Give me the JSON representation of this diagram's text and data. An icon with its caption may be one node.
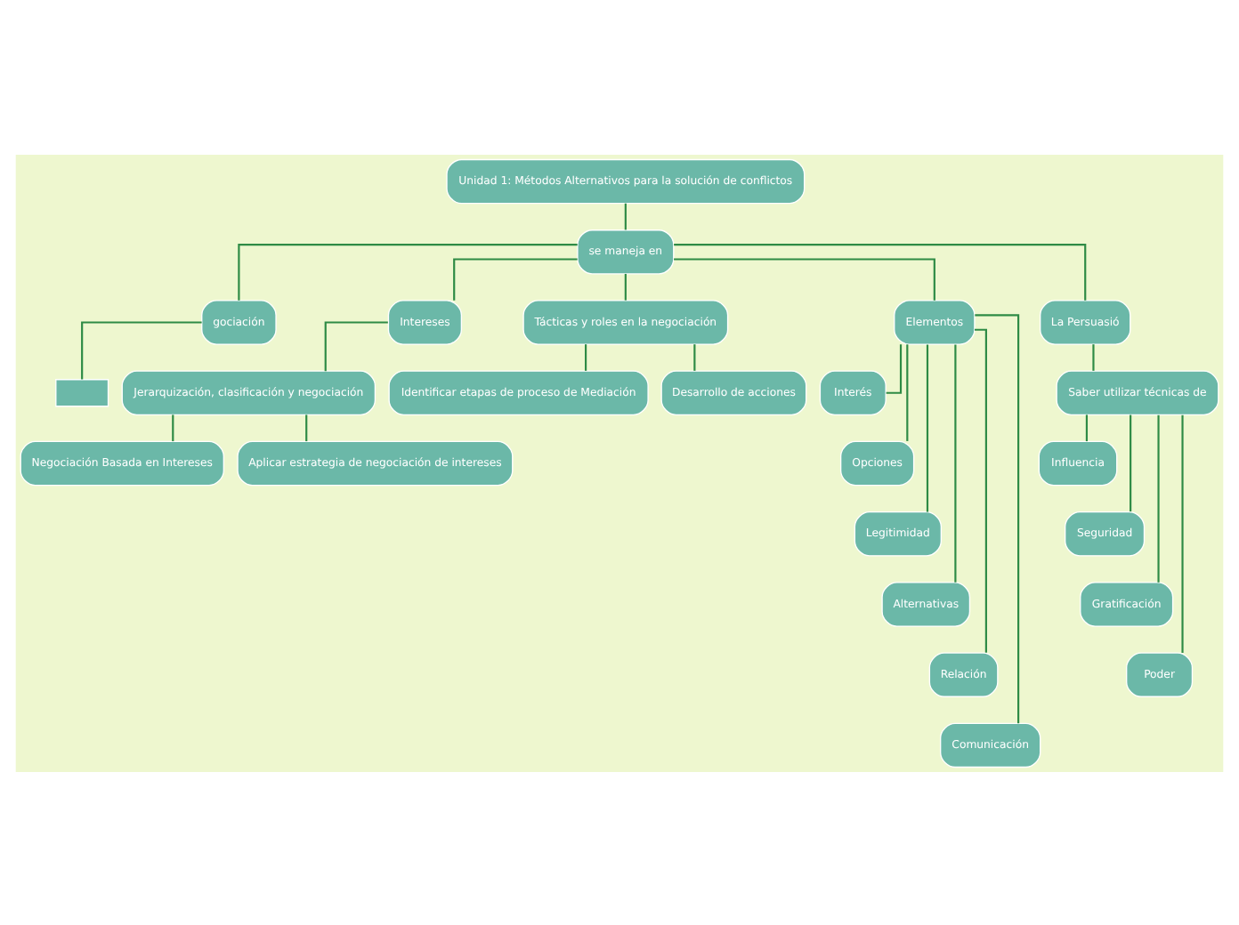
{
  "diagram": {
    "nodes": [
      {
        "text": [
          "Unidad 1: Métodos Alternativos para la solución de conflictos"
        ]
      },
      {
        "text": [
          "se maneja en"
        ]
      },
      {
        "text": [
          "gociación"
        ]
      },
      {
        "text": [],
        "shape": "box"
      },
      {
        "text": [
          "Intereses"
        ]
      },
      {
        "text": [
          "Jerarquización, clasificación y negociación"
        ]
      },
      {
        "text": [
          "Negociación Basada en Intereses"
        ]
      },
      {
        "text": [
          "Aplicar estrategia de negociación de intereses"
        ]
      },
      {
        "text": [
          "Tácticas y roles en la negociación"
        ]
      },
      {
        "text": [
          "Identificar etapas de proceso de Mediación"
        ]
      },
      {
        "text": [
          "Desarrollo de acciones"
        ]
      },
      {
        "text": [
          "Elementos"
        ]
      },
      {
        "text": [
          "Interés"
        ]
      },
      {
        "text": [
          "Opciones"
        ]
      },
      {
        "text": [
          "Legitimidad"
        ]
      },
      {
        "text": [
          "Alternativas"
        ]
      },
      {
        "text": [
          "Relación"
        ]
      },
      {
        "text": [
          "Comunicación"
        ]
      },
      {
        "text": [
          "La Persuasió"
        ]
      },
      {
        "text": [
          "Saber utilizar técnicas de"
        ]
      },
      {
        "text": [
          "Influencia"
        ]
      },
      {
        "text": [
          "Seguridad"
        ]
      },
      {
        "text": [
          "Gratificación"
        ]
      },
      {
        "text": [
          "Poder"
        ]
      }
    ],
    "edges": [
      {
        "from": 0,
        "to": 1,
        "arrow": "none"
      },
      {
        "from": 1,
        "to": 2,
        "arrow": "none"
      },
      {
        "from": 1,
        "to": 4,
        "arrow": "none"
      },
      {
        "from": 1,
        "to": 8,
        "arrow": "none"
      },
      {
        "from": 1,
        "to": 11,
        "arrow": "none"
      },
      {
        "from": 1,
        "to": 18,
        "arrow": "none"
      },
      {
        "from": 2,
        "to": 3,
        "arrow": "none"
      },
      {
        "from": 4,
        "to": 5,
        "arrow": "none"
      },
      {
        "from": 5,
        "to": 6,
        "arrow": "none"
      },
      {
        "from": 5,
        "to": 7,
        "arrow": "none"
      },
      {
        "from": 8,
        "to": 9,
        "arrow": "none"
      },
      {
        "from": 8,
        "to": 10,
        "arrow": "none"
      },
      {
        "from": 11,
        "to": 12,
        "arrow": "none"
      },
      {
        "from": 11,
        "to": 13,
        "arrow": "none"
      },
      {
        "from": 11,
        "to": 14,
        "arrow": "none"
      },
      {
        "from": 11,
        "to": 15,
        "arrow": "none"
      },
      {
        "from": 11,
        "to": 16,
        "arrow": "none"
      },
      {
        "from": 11,
        "to": 17,
        "arrow": "none"
      },
      {
        "from": 18,
        "to": 19,
        "arrow": "none"
      },
      {
        "from": 19,
        "to": 20,
        "arrow": "none"
      },
      {
        "from": 19,
        "to": 21,
        "arrow": "none"
      },
      {
        "from": 19,
        "to": 22,
        "arrow": "none"
      },
      {
        "from": 19,
        "to": 23,
        "arrow": "none"
      }
    ]
  }
}
